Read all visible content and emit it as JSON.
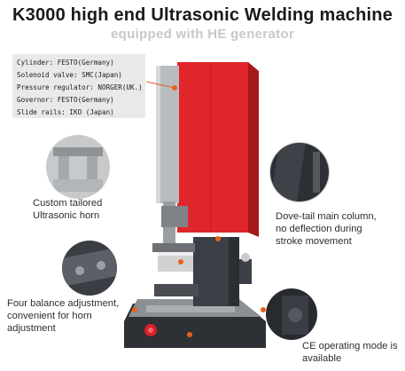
{
  "header": {
    "title": "K3000 high end Ultrasonic Welding machine",
    "subtitle": "equipped with HE generator"
  },
  "specs": [
    "Cylinder: FESTO(Germany)",
    "Solenoid valve: SMC(Japan)",
    "Pressure regulator: NORGER(UK.)",
    "Governor: FESTO(Germany)",
    "Slide rails: IKO (Japan)"
  ],
  "callouts": {
    "horn": [
      "Custom tailored",
      "Ultrasonic horn"
    ],
    "column": [
      "Dove-tail main column,",
      "no deflection during",
      "stroke movement"
    ],
    "balance": [
      "Four balance adjustment,",
      "convenient for horn",
      "adjustment"
    ],
    "ce": [
      "CE operating mode is",
      "available"
    ]
  },
  "colors": {
    "machine_red": "#e0262b",
    "machine_grey": "#b9bcbf",
    "base_dark": "#2d3035",
    "marker_orange": "#e8601c"
  }
}
